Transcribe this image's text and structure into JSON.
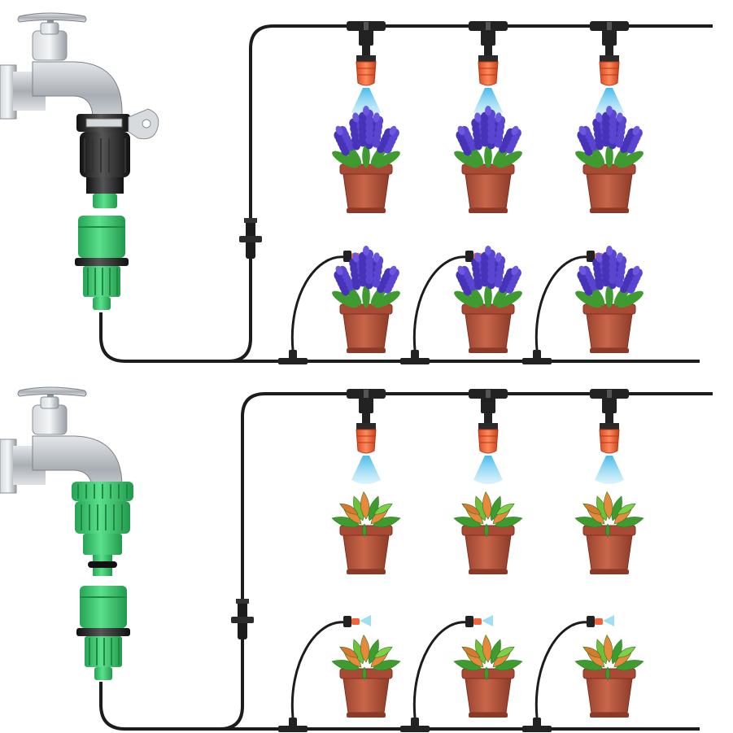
{
  "colors": {
    "background": "#ffffff",
    "hose": "#1c1c1c",
    "nozzle": "#f0643c",
    "spray": "#8fd8f2",
    "pot": "#b4533a",
    "lavender": "#4733b8",
    "leaf": "#3f9a30",
    "leaf_orange": "#e8883a",
    "connector_green": "#3fcf72",
    "steel": "#b9bdc2"
  },
  "panels": [
    {
      "id": "top",
      "faucet_adapter": "black-quick-connector",
      "plant_type": "lavender",
      "upper_row": {
        "sprinklers": 3,
        "sprinkler_icon": "mist-nozzle-icon"
      },
      "lower_row": {
        "sprinklers": 3,
        "sprinkler_icon": "stake-mister-icon"
      }
    },
    {
      "id": "bottom",
      "faucet_adapter": "green-quick-connector",
      "plant_type": "croton",
      "upper_row": {
        "sprinklers": 3,
        "sprinkler_icon": "mist-nozzle-icon"
      },
      "lower_row": {
        "sprinklers": 3,
        "sprinkler_icon": "stake-mister-icon"
      }
    }
  ]
}
